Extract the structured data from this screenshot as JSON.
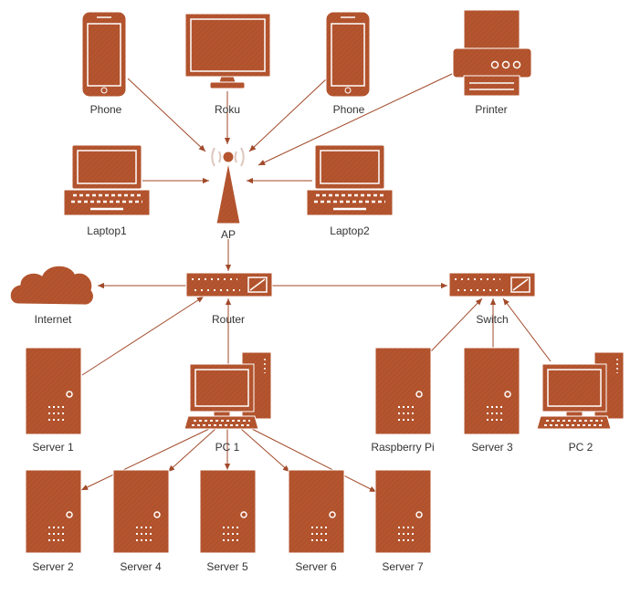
{
  "colors": {
    "fill": "#b4552f",
    "stroke": "#ffffff",
    "edge": "#a14a2a",
    "text": "#333333"
  },
  "nodes": {
    "phone_left": {
      "label": "Phone",
      "icon": "smartphone-icon"
    },
    "roku": {
      "label": "Roku",
      "icon": "monitor-icon"
    },
    "phone_right": {
      "label": "Phone",
      "icon": "smartphone-icon"
    },
    "printer": {
      "label": "Printer",
      "icon": "printer-icon"
    },
    "laptop1": {
      "label": "Laptop1",
      "icon": "laptop-icon"
    },
    "laptop2": {
      "label": "Laptop2",
      "icon": "laptop-icon"
    },
    "ap": {
      "label": "AP",
      "icon": "wireless-access-point-icon"
    },
    "internet": {
      "label": "Internet",
      "icon": "cloud-icon"
    },
    "router": {
      "label": "Router",
      "icon": "router-icon"
    },
    "switch": {
      "label": "Switch",
      "icon": "switch-icon"
    },
    "server1": {
      "label": "Server 1",
      "icon": "server-tower-icon"
    },
    "pc1": {
      "label": "PC 1",
      "icon": "desktop-pc-icon"
    },
    "raspberry_pi": {
      "label": "Raspberry Pi",
      "icon": "server-tower-icon"
    },
    "server3": {
      "label": "Server 3",
      "icon": "server-tower-icon"
    },
    "pc2": {
      "label": "PC 2",
      "icon": "desktop-pc-icon"
    },
    "server2": {
      "label": "Server 2",
      "icon": "server-tower-icon"
    },
    "server4": {
      "label": "Server 4",
      "icon": "server-tower-icon"
    },
    "server5": {
      "label": "Server 5",
      "icon": "server-tower-icon"
    },
    "server6": {
      "label": "Server 6",
      "icon": "server-tower-icon"
    },
    "server7": {
      "label": "Server 7",
      "icon": "server-tower-icon"
    }
  },
  "edges": [
    {
      "from": "phone_left",
      "to": "ap"
    },
    {
      "from": "roku",
      "to": "ap"
    },
    {
      "from": "phone_right",
      "to": "ap"
    },
    {
      "from": "printer",
      "to": "ap"
    },
    {
      "from": "laptop1",
      "to": "ap"
    },
    {
      "from": "laptop2",
      "to": "ap"
    },
    {
      "from": "ap",
      "to": "router"
    },
    {
      "from": "router",
      "to": "internet"
    },
    {
      "from": "router",
      "to": "switch"
    },
    {
      "from": "server1",
      "to": "router"
    },
    {
      "from": "pc1",
      "to": "router"
    },
    {
      "from": "raspberry_pi",
      "to": "switch"
    },
    {
      "from": "server3",
      "to": "switch"
    },
    {
      "from": "pc2",
      "to": "switch"
    },
    {
      "from": "pc1",
      "to": "server2"
    },
    {
      "from": "pc1",
      "to": "server4"
    },
    {
      "from": "pc1",
      "to": "server5"
    },
    {
      "from": "pc1",
      "to": "server6"
    },
    {
      "from": "pc1",
      "to": "server7"
    }
  ]
}
